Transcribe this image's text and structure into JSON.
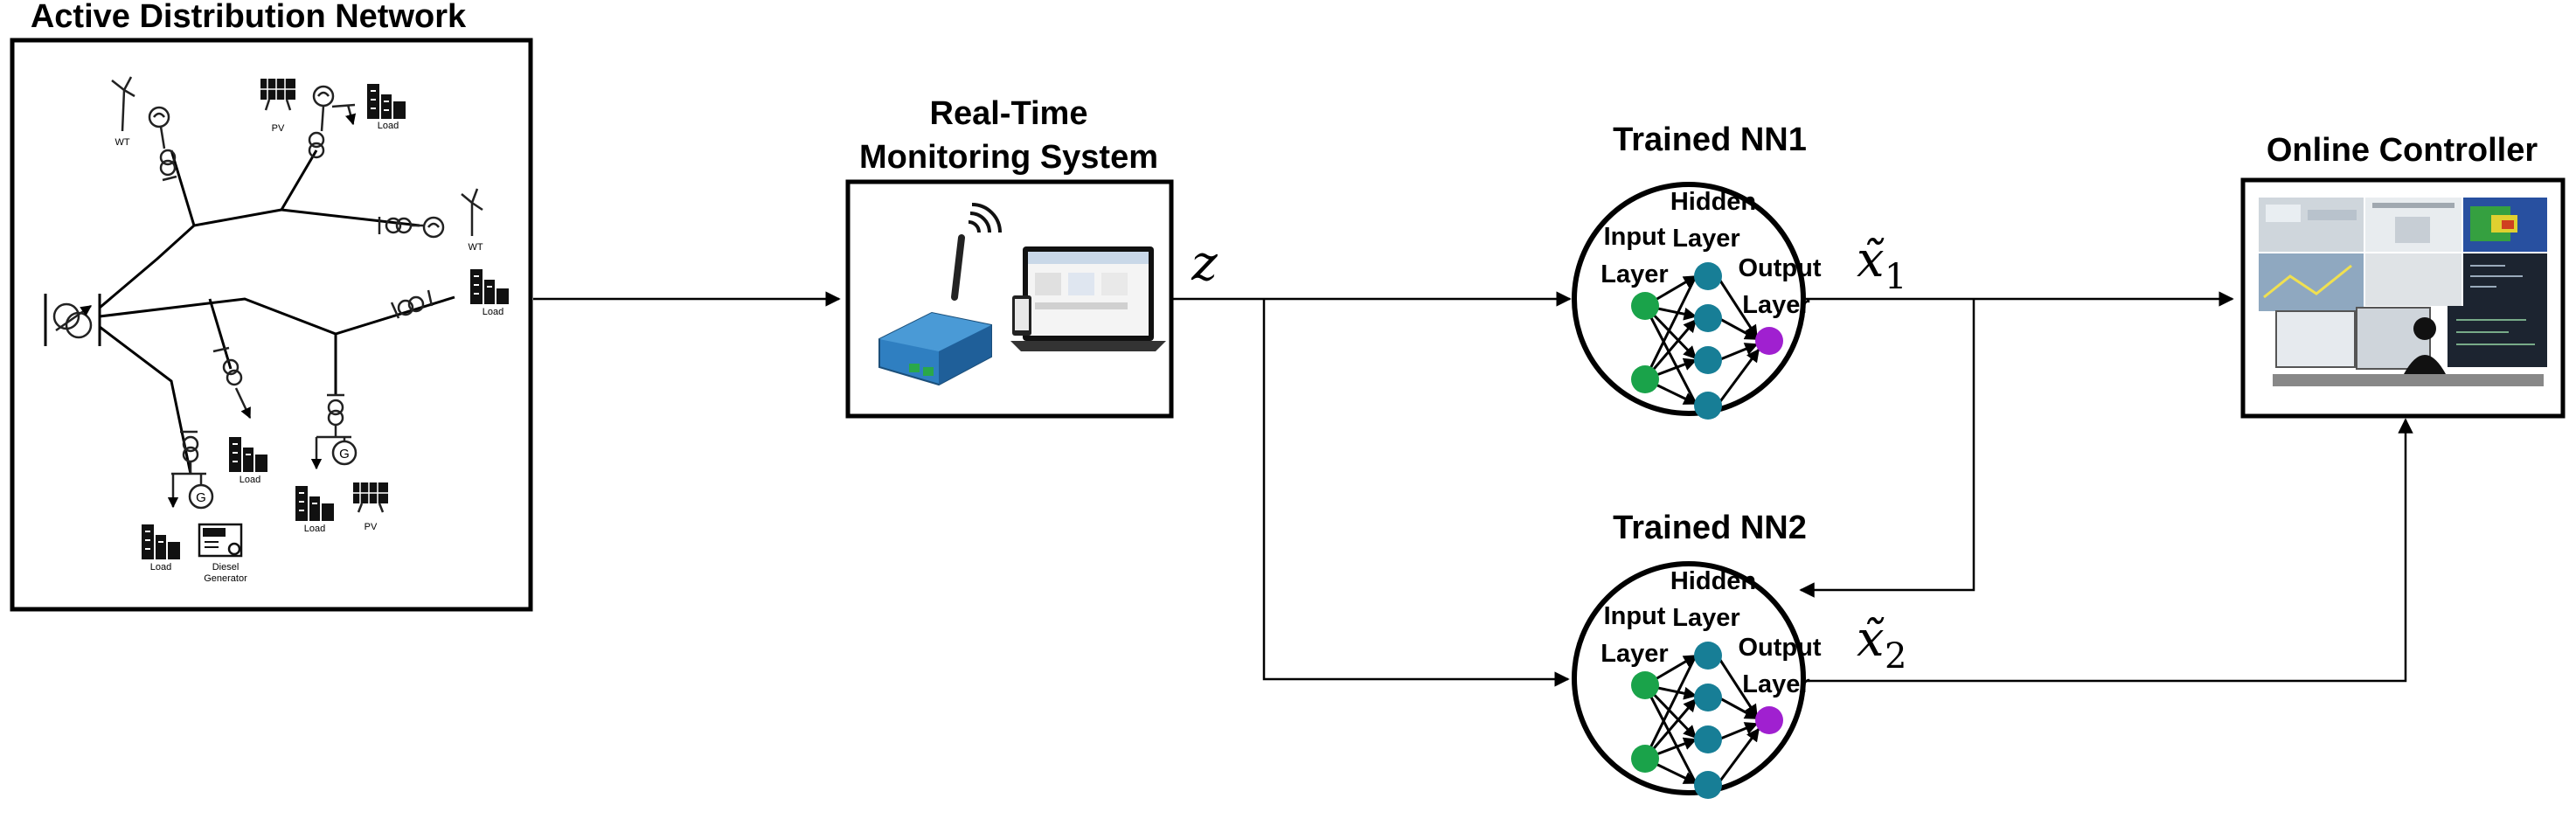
{
  "titles": {
    "adn": "Active Distribution Network",
    "rtms_line1": "Real-Time",
    "rtms_line2": "Monitoring System",
    "nn1": "Trained NN1",
    "nn2": "Trained NN2",
    "controller": "Online Controller"
  },
  "nn_labels": {
    "input_line1": "Input",
    "input_line2": "Layer",
    "hidden_line1": "Hidden",
    "hidden_line2": "Layer",
    "output_line1": "Output",
    "output_line2": "Layer"
  },
  "signals": {
    "z": "z",
    "x1_base": "x̃",
    "x1_sub": "1",
    "x2_base": "x̃",
    "x2_sub": "2"
  },
  "grid_labels": {
    "wt_top": "WT",
    "pv_top": "PV",
    "load_top": "Load",
    "wt_right": "WT",
    "load_right": "Load",
    "load_mid": "Load",
    "load_bottom": "Load",
    "pv_bottom": "PV",
    "load_diesel": "Load",
    "diesel_line1": "Diesel",
    "diesel_line2": "Generator",
    "gen_symbol_1": "G",
    "gen_symbol_2": "G"
  },
  "colors": {
    "input_node": "#1aa34a",
    "hidden_node": "#177e96",
    "output_node": "#a020d0",
    "device_blue": "#2f7fc1",
    "screen_dark": "#1c2430"
  }
}
